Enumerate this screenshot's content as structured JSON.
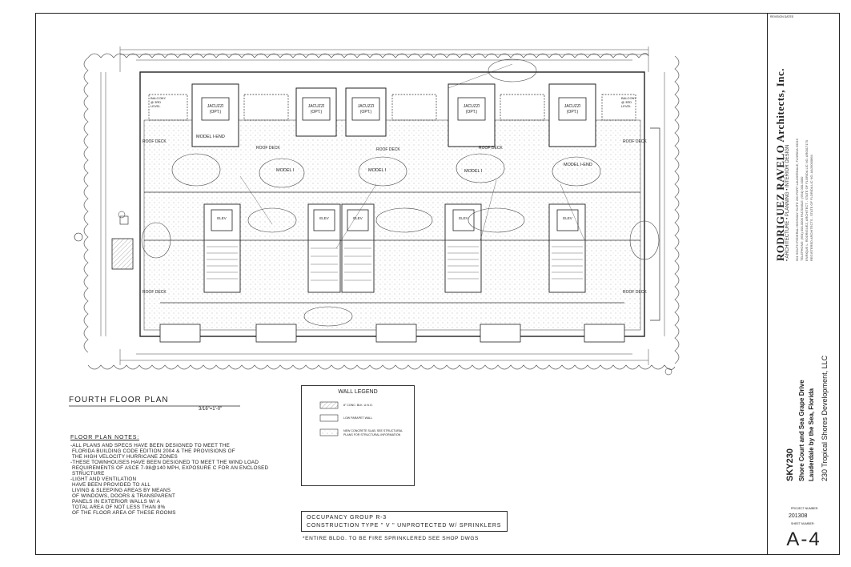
{
  "sheet": {
    "plan_title": "FOURTH FLOOR PLAN",
    "scale": "3/16\"=1'-0\"",
    "sheet_number": "A-4"
  },
  "title_block": {
    "revision_label": "REVISION DATES",
    "firm_name": "RODRIGUEZ RAVELO Architects, Inc.",
    "firm_services": "• ARCHITECTURE   • PLANNING   • INTERIOR DESIGN",
    "firm_address_lines": [
      "901 SOUTH FEDERAL HIGHWAY SUITE 200  FORT LAUDERDALE, FLORIDA 33316",
      "TELEPHONE: (954) 000-0000   FACSIMILE: (954) 000-0000",
      "ENRIQUE L. RODRIGUEZ, ARCHITECT - STATE OF FLORIDA LIC NO. AR0017170",
      "REGISTERED ARCHITECTS - STATE OF FLORIDA LIC NO. AA26000864"
    ],
    "project_name": "SKY230",
    "project_address_1": "Shore Court and Sea Grape Drive",
    "project_address_2": "Lauderdale by the Sea, Florida",
    "owner": "230 Tropical Shores Development, LLC",
    "project_number_label": "PROJECT NUMBER:",
    "project_number": "201308",
    "sheet_number_label": "SHEET NUMBER:"
  },
  "notes": {
    "title": "FLOOR PLAN NOTES:",
    "lines": [
      "-ALL PLANS AND SPECS HAVE BEEN DESIGNED TO MEET THE",
      " FLORIDA BUILDING CODE EDITION 2004 & THE PROVISIONS OF",
      " THE HIGH VELOCITY HURRICANE ZONES",
      "-THESE TOWNHOUSES HAVE BEEN DESIGNED TO MEET THE WIND LOAD",
      " REQUIREMENTS OF ASCE 7-98@140 MPH, EXPOSURE C FOR AN ENCLOSED",
      " STRUCTURE",
      "-LIGHT AND VENTILATION",
      " HAVE BEEN PROVIDED TO ALL",
      " LIVING & SLEEPING AREAS BY MEANS",
      " OF WINDOWS, DOORS & TRANSPARENT",
      " PANELS IN EXTERIOR WALLS W/ A",
      " TOTAL AREA OF NOT LESS THAN 8%",
      " OF THE FLOOR AREA OF THESE ROOMS"
    ]
  },
  "legend": {
    "title": "WALL LEGEND",
    "items": [
      "8\" CONC. BLK. U.N.O.",
      "LOW PARAPET WALL",
      "NEW CONCRETE SLAB, SEE STRUCTURAL PLANS FOR STRUCTURAL INFORMATION"
    ]
  },
  "occupancy": {
    "line1": "OCCUPANCY GROUP R-3",
    "line2": "CONSTRUCTION TYPE \" V \" UNPROTECTED W/ SPRINKLERS",
    "note": "*ENTIRE BLDG. TO BE FIRE SPRINKLERED SEE SHOP DWGS"
  },
  "plan_labels": {
    "jacuzzi": "JACUZZI (OPT.)",
    "roof_deck": "ROOF DECK",
    "elev": "ELEV",
    "balcony": "BALCONY @ 3RD LEVEL",
    "units": [
      "MODEL I-END",
      "MODEL I",
      "MODEL I",
      "MODEL I",
      "MODEL I-END"
    ]
  },
  "colors": {
    "ink": "#222222",
    "hatch": "#8a8a8a",
    "paper": "#ffffff"
  }
}
